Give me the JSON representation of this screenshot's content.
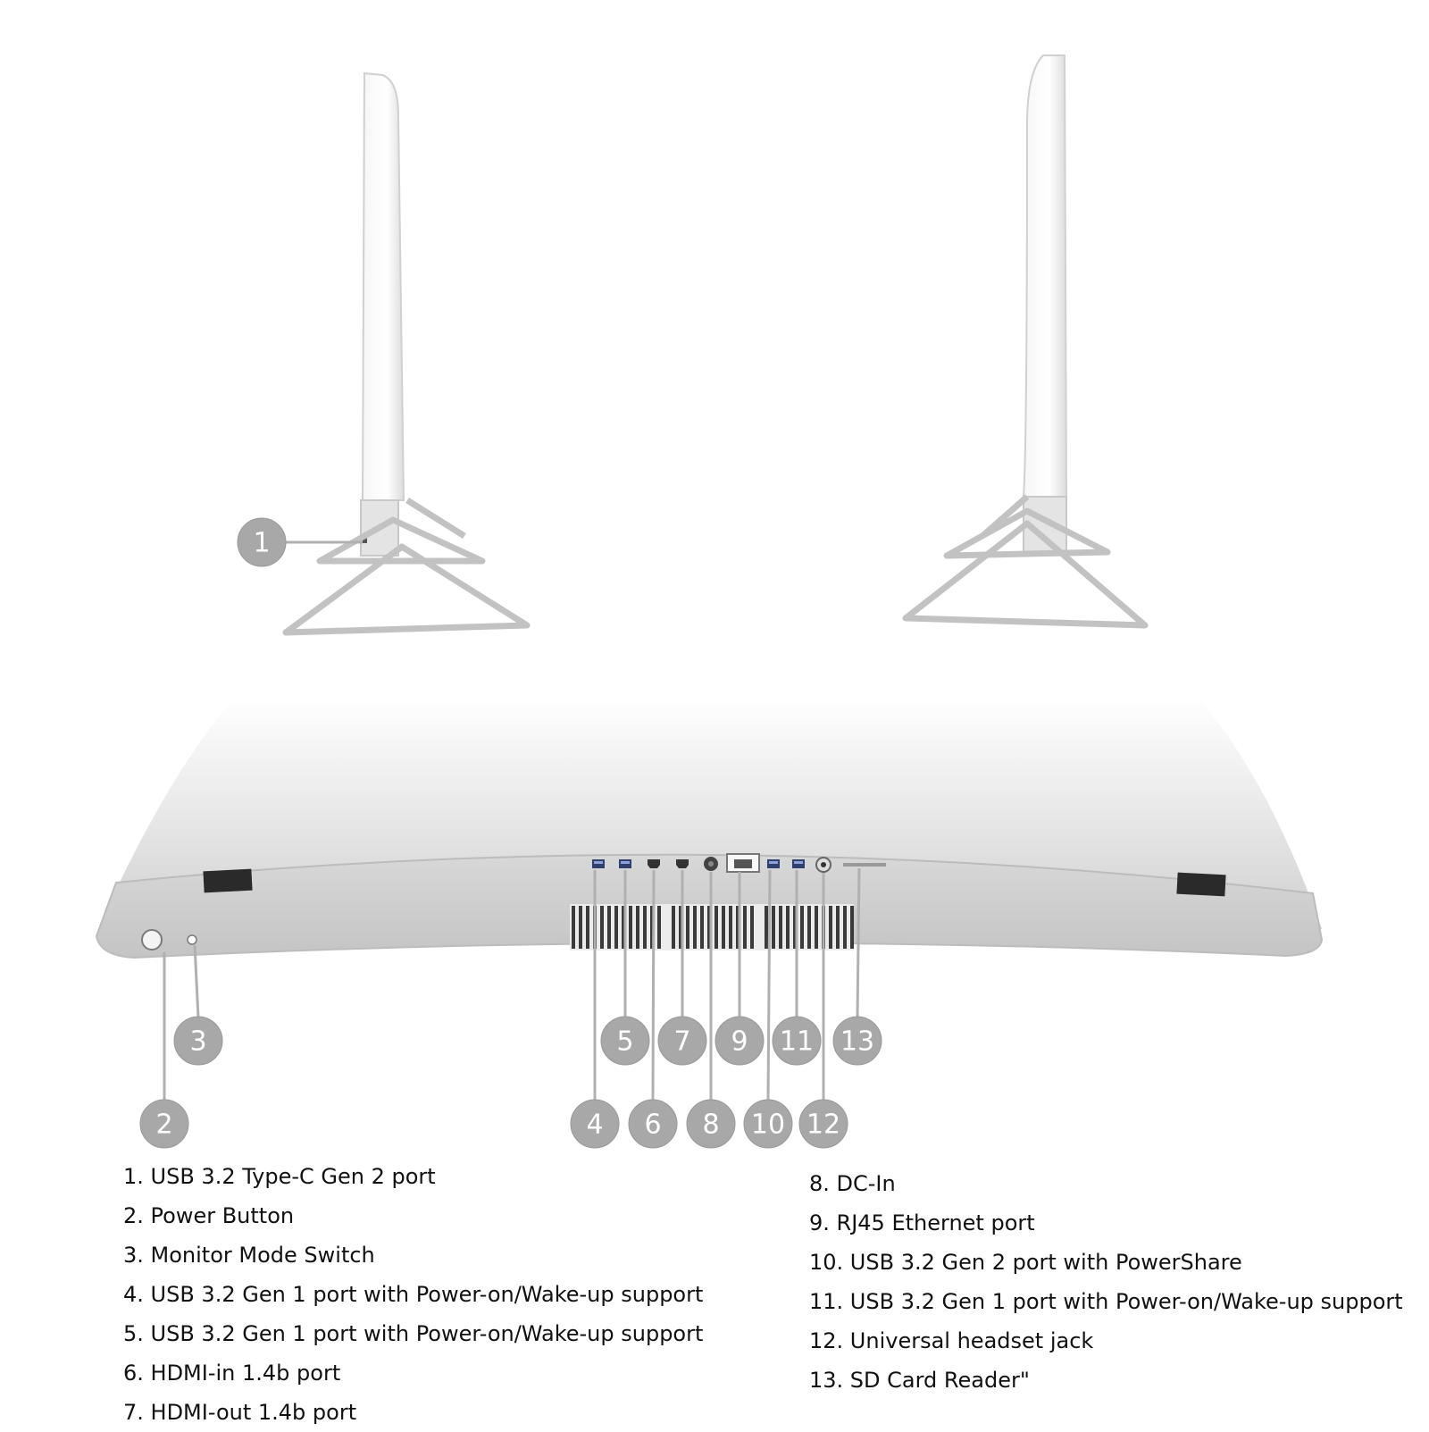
{
  "callout_labels": [
    "1",
    "2",
    "3",
    "4",
    "5",
    "6",
    "7",
    "8",
    "9",
    "10",
    "11",
    "12",
    "13"
  ],
  "legend_left": [
    "1. USB 3.2 Type-C Gen 2 port",
    "2. Power Button",
    "3. Monitor Mode Switch",
    "4. USB 3.2 Gen 1 port with Power-on/Wake-up support",
    "5. USB 3.2 Gen 1 port with Power-on/Wake-up support",
    "6. HDMI-in 1.4b port",
    "7. HDMI-out 1.4b port"
  ],
  "legend_right": [
    "8. DC-In",
    "9. RJ45 Ethernet port",
    "10. USB 3.2 Gen 2 port with PowerShare",
    "11. USB 3.2 Gen 1 port with Power-on/Wake-up support",
    "12. Universal headset jack",
    "13. SD Card Reader\""
  ],
  "colors": {
    "callout_fill": "#a8a8a8",
    "leader_line": "#b0b0b0",
    "device_light": "#f2f2f2",
    "device_mid": "#dcdcdc",
    "device_dark": "#b8b8b8"
  }
}
